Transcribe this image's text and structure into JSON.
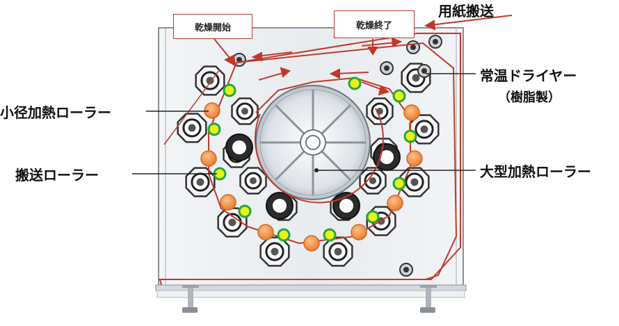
{
  "labels": {
    "drying_start": "乾燥開始",
    "drying_end": "乾燥終了",
    "paper_transport": "用紙搬送",
    "room_temp_dryer_line1": "常温ドライヤー",
    "room_temp_dryer_line2": "（樹脂製）",
    "small_heat_roller": "小径加熱ローラー",
    "transport_roller": "搬送ローラー",
    "large_heat_roller": "大型加熱ローラー"
  },
  "colors": {
    "paper_path": "#c0392b",
    "heat_roller_small": "#f08a3a",
    "transport_roller_fill": "#e8f01e",
    "transport_roller_ring": "#22a83a",
    "frame": "#8a8f98",
    "panel": "#e9ecf0"
  },
  "icons": {
    "drum": "large-heating-drum",
    "roller_small_heat": "orange-circle",
    "roller_transport": "green-yellow-circle",
    "roller_dryer": "dark-roller"
  }
}
